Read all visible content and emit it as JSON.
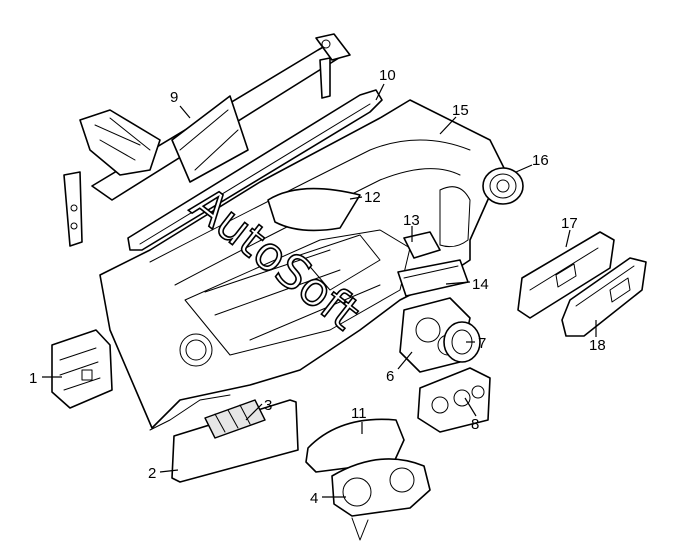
{
  "diagram": {
    "callouts": [
      "1",
      "2",
      "3",
      "4",
      "6",
      "7",
      "8",
      "9",
      "10",
      "11",
      "12",
      "13",
      "14",
      "15",
      "16",
      "17",
      "18"
    ],
    "watermark": "AutoSoft"
  }
}
